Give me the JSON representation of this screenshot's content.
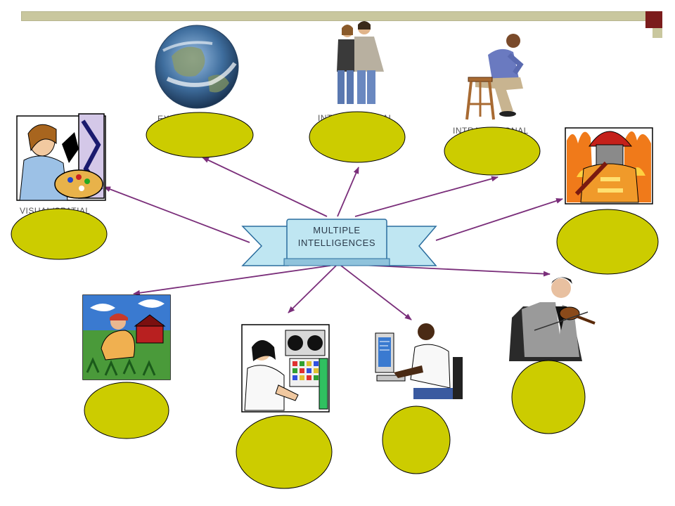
{
  "center": {
    "line1": "MULTIPLE",
    "line2": "INTELLIGENCES"
  },
  "labels": {
    "visual": "VISUAL/SPATIAL",
    "existential": "EXISTENTIAL",
    "interpersonal": "INTERPERSONAL",
    "intrapersonal": "INTRAPERSONAL"
  },
  "icons": {
    "visual": "artist-painting-icon",
    "existential": "earth-globe-icon",
    "interpersonal": "couple-standing-icon",
    "intrapersonal": "thinking-man-icon",
    "bodily": "firefighter-icon",
    "naturalist": "farmer-field-icon",
    "logical": "computer-operator-icon",
    "verbal": "person-at-computer-icon",
    "musical": "violinist-icon"
  },
  "colors": {
    "oval_fill": "#cccc00",
    "arrow": "#7a2e7a",
    "ribbon": "#bfe6f2",
    "accent": "#7b1c1c"
  }
}
